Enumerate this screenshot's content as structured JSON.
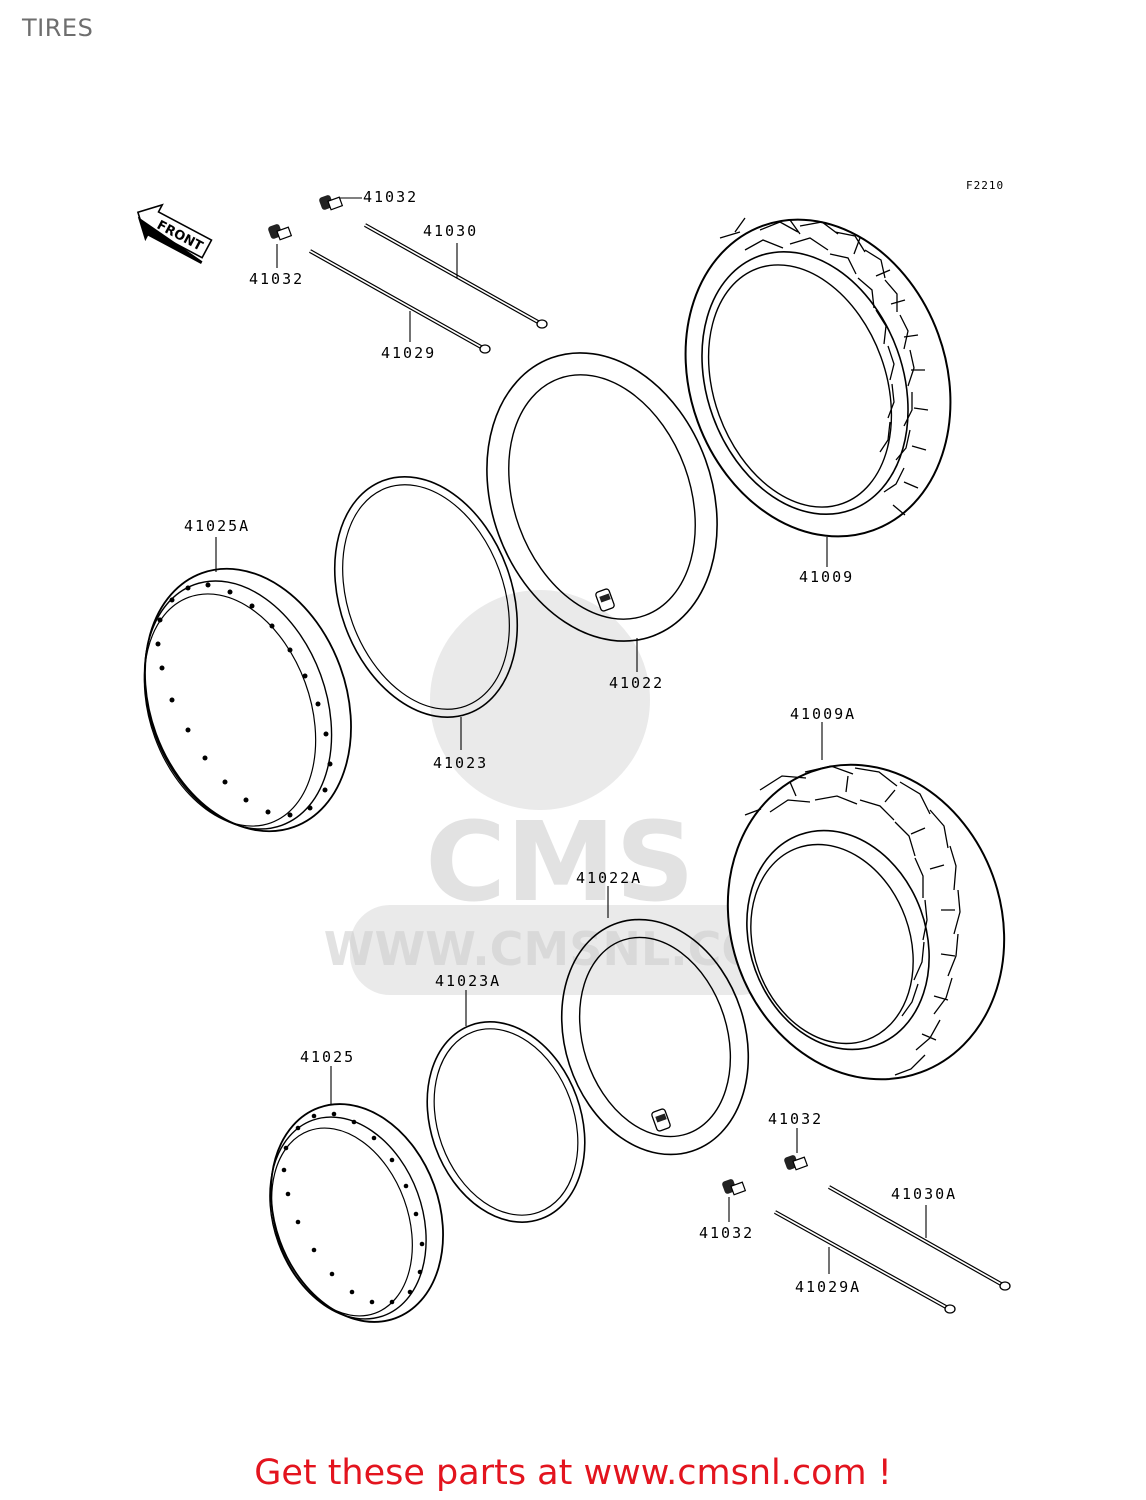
{
  "page": {
    "title": "TIRES",
    "figure_code": "F2210",
    "front_marker": "FRONT",
    "watermark": {
      "brand": "CMS",
      "url": "WWW.CMSNL.COM"
    },
    "footer_link": "Get these parts at www.cmsnl.com !"
  },
  "parts": {
    "valve_cap_top_right": "41032",
    "valve_cap_top_left": "41032",
    "spoke_top_long": "41030",
    "spoke_top_short": "41029",
    "front_tire": "41009",
    "front_tube": "41022",
    "front_rim_band": "41023",
    "front_rim": "41025A",
    "rear_tire": "41009A",
    "rear_tube": "41022A",
    "rear_rim_band": "41023A",
    "rear_rim": "41025",
    "valve_cap_bottom_right": "41032",
    "valve_cap_bottom_left": "41032",
    "spoke_bottom_long": "41030A",
    "spoke_bottom_short": "41029A"
  }
}
